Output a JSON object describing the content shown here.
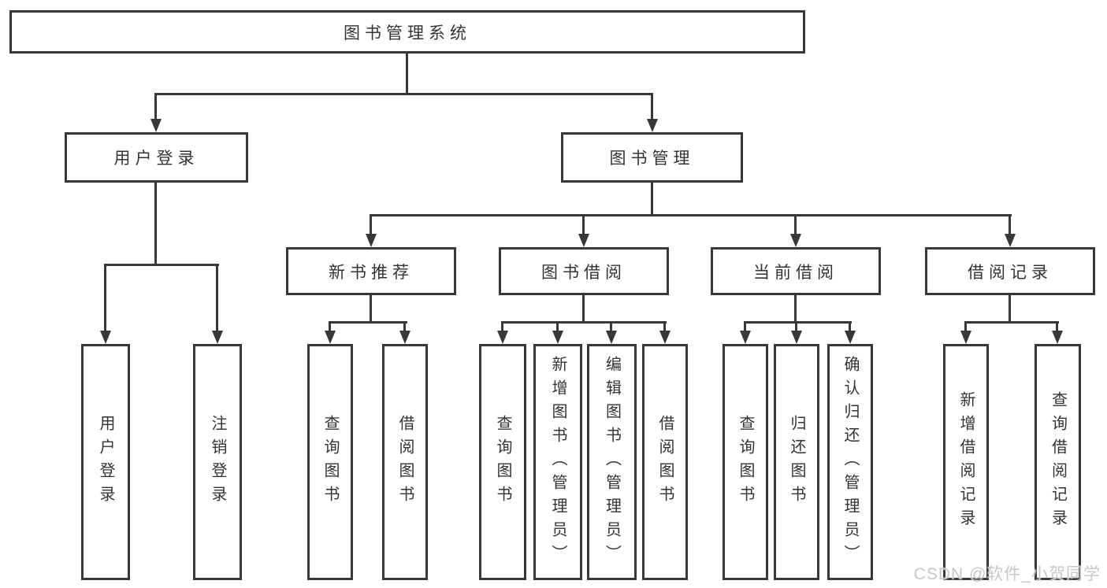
{
  "diagram": {
    "root": {
      "label": "图书管理系统"
    },
    "level2": [
      {
        "label": "用户登录"
      },
      {
        "label": "图书管理"
      }
    ],
    "level3": [
      {
        "label": "新书推荐"
      },
      {
        "label": "图书借阅"
      },
      {
        "label": "当前借阅"
      },
      {
        "label": "借阅记录"
      }
    ],
    "leaves": {
      "login": [
        {
          "label": "用户登录"
        },
        {
          "label": "注销登录"
        }
      ],
      "recommend": [
        {
          "label": "查询图书"
        },
        {
          "label": "借阅图书"
        }
      ],
      "borrow": [
        {
          "label": "查询图书"
        },
        {
          "label": "新增图书（管理员）"
        },
        {
          "label": "编辑图书（管理员）"
        },
        {
          "label": "借阅图书"
        }
      ],
      "current": [
        {
          "label": "查询图书"
        },
        {
          "label": "归还图书"
        },
        {
          "label": "确认归还（管理员）"
        }
      ],
      "records": [
        {
          "label": "新增借阅记录"
        },
        {
          "label": "查询借阅记录"
        }
      ]
    }
  },
  "watermark": {
    "text": "CSDN @软件_小贺同学"
  },
  "colors": {
    "line": "#383838",
    "text": "#333333",
    "watermark": "#c8c8c8",
    "background": "#ffffff"
  }
}
